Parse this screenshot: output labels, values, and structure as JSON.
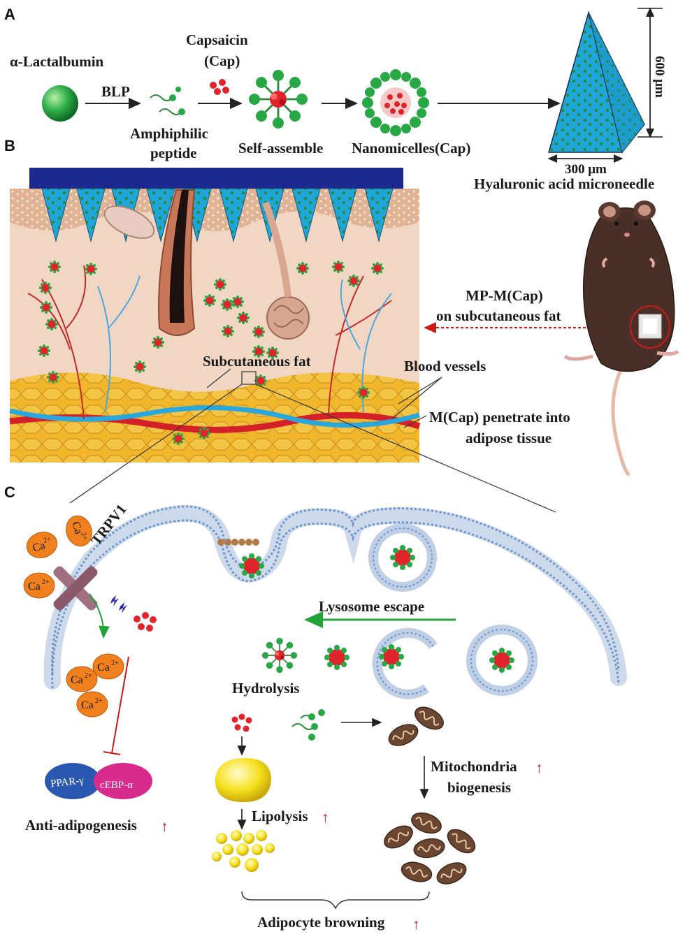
{
  "panels": {
    "a": "A",
    "b": "B",
    "c": "C"
  },
  "panel_a": {
    "lactalbumin": "α-Lactalbumin",
    "blp": "BLP",
    "capsaicin": "Capsaicin",
    "cap": "(Cap)",
    "amphiphilic_1": "Amphiphilic",
    "amphiphilic_2": "peptide",
    "self_assemble": "Self-assemble",
    "nanomicelles": "Nanomicelles(Cap)",
    "height": "600 μm",
    "width": "300 μm",
    "microneedle": "Hyaluronic acid microneedle"
  },
  "panel_b": {
    "mp_1": "MP-M(Cap)",
    "mp_2": "on subcutaneous fat",
    "subcutaneous_fat": "Subcutaneous fat",
    "blood_vessels": "Blood vessels",
    "penetrate_1": "M(Cap) penetrate into",
    "penetrate_2": "adipose tissue"
  },
  "panel_c": {
    "trpv1": "TRPV1",
    "ca": "Ca",
    "ca_sup": "2+",
    "lysosome_escape": "Lysosome escape",
    "hydrolysis": "Hydrolysis",
    "ppar": "PPAR-γ",
    "cebp": "cEBP-α",
    "anti_adipogenesis": "Anti-adipogenesis",
    "lipolysis": "Lipolysis",
    "mito_1": "Mitochondria",
    "mito_2": "biogenesis",
    "browning": "Adipocyte browning",
    "up_arrow": "↑"
  },
  "colors": {
    "micelle_green": "#27a844",
    "cap_red": "#e0242c",
    "microneedle_blue": "#1fa6d8",
    "patch_navy": "#1c2a8f",
    "fat_yellow": "#f0b72c",
    "skin": "#f1d6c4",
    "membrane": "#6f95c7",
    "ca_orange": "#f0801d",
    "ppar_blue": "#2a58b0",
    "cebp_pink": "#d92a8e",
    "lipid_yellow": "#f5e11d",
    "mito_brown": "#6b4630",
    "mouse_brown": "#4a2f28",
    "arrow_green": "#22a33a",
    "arrow_red": "#d01818"
  }
}
